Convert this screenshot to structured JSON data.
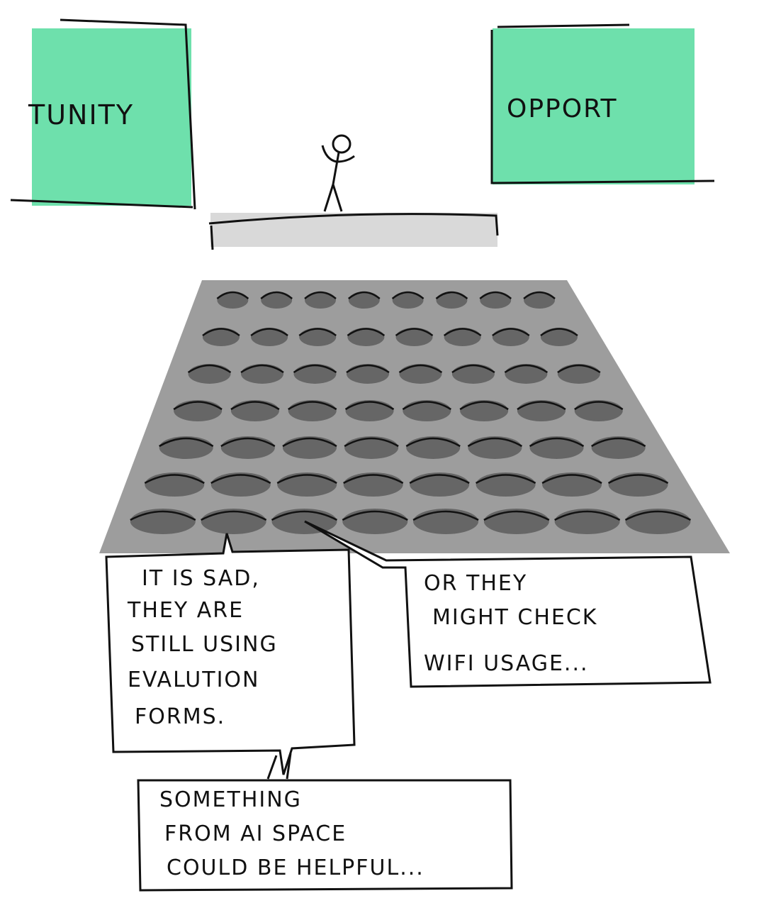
{
  "left_banner": {
    "text": "TUNITY"
  },
  "right_banner": {
    "text": "OPPORT"
  },
  "bubble_left": {
    "lines": [
      "IT IS SAD,",
      "THEY ARE",
      "STILL USING",
      "EVALUTION",
      "FORMS."
    ]
  },
  "bubble_right": {
    "lines": [
      "OR THEY",
      "MIGHT CHECK",
      "WIFI USAGE..."
    ]
  },
  "bubble_bottom": {
    "lines": [
      "SOMETHING",
      "FROM AI SPACE",
      "COULD BE HELPFUL..."
    ]
  },
  "colors": {
    "banner_green": "#3ed690",
    "stage_gray": "#d9d9d9",
    "audience_gray": "#8c8c8c",
    "head_gray": "#666666",
    "ink": "#111111"
  }
}
